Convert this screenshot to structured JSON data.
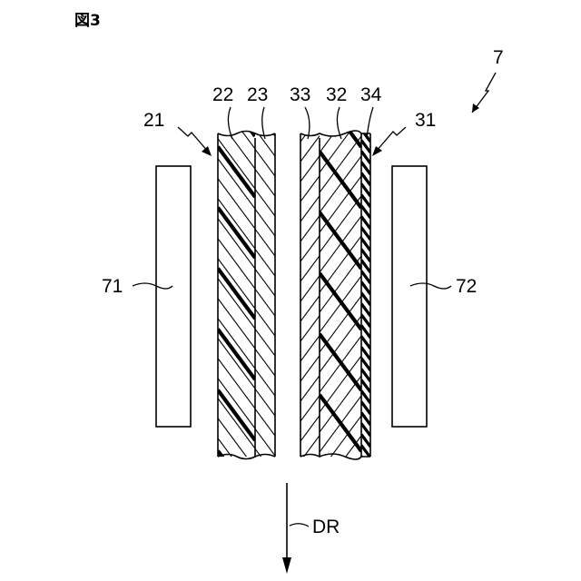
{
  "figure": {
    "title": "図3",
    "assembly_label": "7",
    "components": {
      "left_film": "21",
      "left_base_layer": "22",
      "left_coating_layer": "23",
      "right_film": "31",
      "right_base_layer": "32",
      "right_coating_layer": "33",
      "right_outer_layer": "34",
      "left_heater": "71",
      "right_heater": "72"
    },
    "direction_label": "DR"
  }
}
